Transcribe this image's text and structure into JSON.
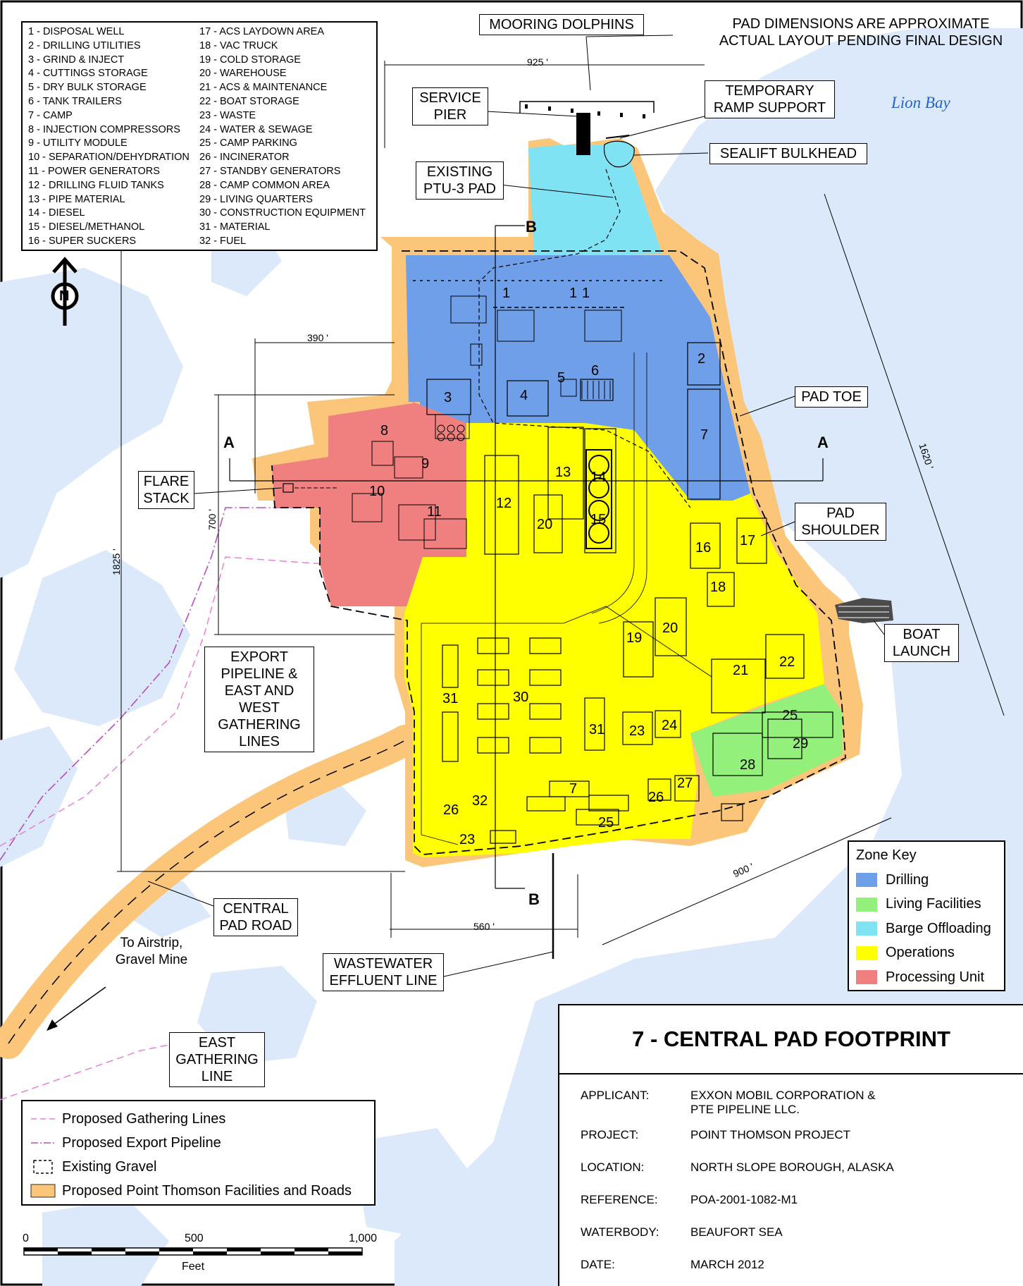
{
  "facility_list": {
    "left": [
      "1 - DISPOSAL WELL",
      "2 - DRILLING UTILITIES",
      "3 - GRIND & INJECT",
      "4 - CUTTINGS STORAGE",
      "5 - DRY BULK STORAGE",
      "6 - TANK TRAILERS",
      "7 - CAMP",
      "8 - INJECTION COMPRESSORS",
      "9 - UTILITY MODULE",
      "10 - SEPARATION/DEHYDRATION",
      "11 - POWER GENERATORS",
      "12 - DRILLING FLUID TANKS",
      "13 - PIPE MATERIAL",
      "14 - DIESEL",
      "15 - DIESEL/METHANOL",
      "16 - SUPER SUCKERS"
    ],
    "right": [
      "17 - ACS LAYDOWN AREA",
      "18 - VAC TRUCK",
      "19 - COLD STORAGE",
      "20 - WAREHOUSE",
      "21 - ACS & MAINTENANCE",
      "22 - BOAT STORAGE",
      "23 - WASTE",
      "24 - WATER & SEWAGE",
      "25 - CAMP PARKING",
      "26 - INCINERATOR",
      "27 - STANDBY GENERATORS",
      "28 - CAMP COMMON AREA",
      "29 - LIVING QUARTERS",
      "30 - CONSTRUCTION EQUIPMENT",
      "31 - MATERIAL",
      "32 - FUEL"
    ]
  },
  "notes": {
    "line1": "PAD DIMENSIONS ARE APPROXIMATE",
    "line2": "ACTUAL LAYOUT PENDING FINAL DESIGN"
  },
  "water_label": "Lion Bay",
  "north_letter": "N",
  "callouts": {
    "mooring_dolphins": "MOORING DOLPHINS",
    "service_pier": "SERVICE\nPIER",
    "temporary_ramp_support": "TEMPORARY\nRAMP SUPPORT",
    "sealift_bulkhead": "SEALIFT BULKHEAD",
    "existing_ptu3_pad": "EXISTING\nPTU-3 PAD",
    "pad_toe": "PAD TOE",
    "pad_shoulder": "PAD\nSHOULDER",
    "boat_launch": "BOAT\nLAUNCH",
    "flare_stack": "FLARE\nSTACK",
    "export_pipeline": "EXPORT\nPIPELINE &\nEAST AND WEST\nGATHERING\nLINES",
    "central_pad_road": "CENTRAL\nPAD ROAD",
    "wastewater_effluent_line": "WASTEWATER\nEFFLUENT LINE",
    "east_gathering_line": "EAST\nGATHERING\nLINE",
    "to_airstrip": "To Airstrip,\nGravel Mine"
  },
  "dimensions": {
    "top": "925 '",
    "flare": "390 '",
    "processing_height": "700 '",
    "total_height": "1825 '",
    "east_side": "1620 '",
    "southeast": "900 '",
    "south": "560 '"
  },
  "section_marks": {
    "a_left": "A",
    "a_right": "A",
    "b_top": "B",
    "b_bottom": "B"
  },
  "facility_numbers": [
    {
      "id": "1a",
      "label": "1"
    },
    {
      "id": "1b",
      "label": "1"
    },
    {
      "id": "1c",
      "label": "1"
    },
    {
      "id": "2",
      "label": "2"
    },
    {
      "id": "3",
      "label": "3"
    },
    {
      "id": "4",
      "label": "4"
    },
    {
      "id": "5",
      "label": "5"
    },
    {
      "id": "6",
      "label": "6"
    },
    {
      "id": "7a",
      "label": "7"
    },
    {
      "id": "7b",
      "label": "7"
    },
    {
      "id": "8",
      "label": "8"
    },
    {
      "id": "9",
      "label": "9"
    },
    {
      "id": "10",
      "label": "10"
    },
    {
      "id": "11",
      "label": "11"
    },
    {
      "id": "12",
      "label": "12"
    },
    {
      "id": "13",
      "label": "13"
    },
    {
      "id": "14",
      "label": "14"
    },
    {
      "id": "15",
      "label": "15"
    },
    {
      "id": "16",
      "label": "16"
    },
    {
      "id": "17",
      "label": "17"
    },
    {
      "id": "18",
      "label": "18"
    },
    {
      "id": "19",
      "label": "19"
    },
    {
      "id": "20a",
      "label": "20"
    },
    {
      "id": "20b",
      "label": "20"
    },
    {
      "id": "21",
      "label": "21"
    },
    {
      "id": "22",
      "label": "22"
    },
    {
      "id": "23a",
      "label": "23"
    },
    {
      "id": "23b",
      "label": "23"
    },
    {
      "id": "24",
      "label": "24"
    },
    {
      "id": "25a",
      "label": "25"
    },
    {
      "id": "25b",
      "label": "25"
    },
    {
      "id": "26a",
      "label": "26"
    },
    {
      "id": "26b",
      "label": "26"
    },
    {
      "id": "27",
      "label": "27"
    },
    {
      "id": "28",
      "label": "28"
    },
    {
      "id": "29",
      "label": "29"
    },
    {
      "id": "30",
      "label": "30"
    },
    {
      "id": "31a",
      "label": "31"
    },
    {
      "id": "31b",
      "label": "31"
    },
    {
      "id": "32",
      "label": "32"
    }
  ],
  "zone_key": {
    "title": "Zone Key",
    "items": [
      {
        "label": "Drilling",
        "color": "#6f9fe8"
      },
      {
        "label": "Living Facilities",
        "color": "#93f07a"
      },
      {
        "label": "Barge Offloading",
        "color": "#7fe3f4"
      },
      {
        "label": "Operations",
        "color": "#ffff00"
      },
      {
        "label": "Processing Unit",
        "color": "#f08080"
      }
    ]
  },
  "legend": {
    "items": [
      {
        "label": "Proposed Gathering Lines",
        "symbol": "pink-dashed-line"
      },
      {
        "label": "Proposed Export Pipeline",
        "symbol": "purple-dash-dot-line"
      },
      {
        "label": "Existing Gravel",
        "symbol": "black-dashed-box"
      },
      {
        "label": "Proposed Point Thomson Facilities and Roads",
        "symbol": "orange-box"
      }
    ]
  },
  "scale_bar": {
    "labels": [
      "0",
      "500",
      "1,000"
    ],
    "unit": "Feet"
  },
  "title_block": {
    "title": "7 - CENTRAL PAD FOOTPRINT",
    "rows": [
      {
        "key": "APPLICANT:",
        "value": "EXXON MOBIL CORPORATION &\nPTE PIPELINE LLC."
      },
      {
        "key": "PROJECT:",
        "value": "POINT THOMSON PROJECT"
      },
      {
        "key": "LOCATION:",
        "value": "NORTH SLOPE BOROUGH, ALASKA"
      },
      {
        "key": "REFERENCE:",
        "value": "POA-2001-1082-M1"
      },
      {
        "key": "WATERBODY:",
        "value": "BEAUFORT SEA"
      },
      {
        "key": "DATE:",
        "value": "MARCH 2012"
      }
    ]
  },
  "colors": {
    "water": "#dbe9fb",
    "pad_gravel": "#fbc67a",
    "drilling": "#6f9fe8",
    "living": "#93f07a",
    "barge": "#7fe3f4",
    "operations": "#ffff00",
    "processing": "#f08080"
  }
}
